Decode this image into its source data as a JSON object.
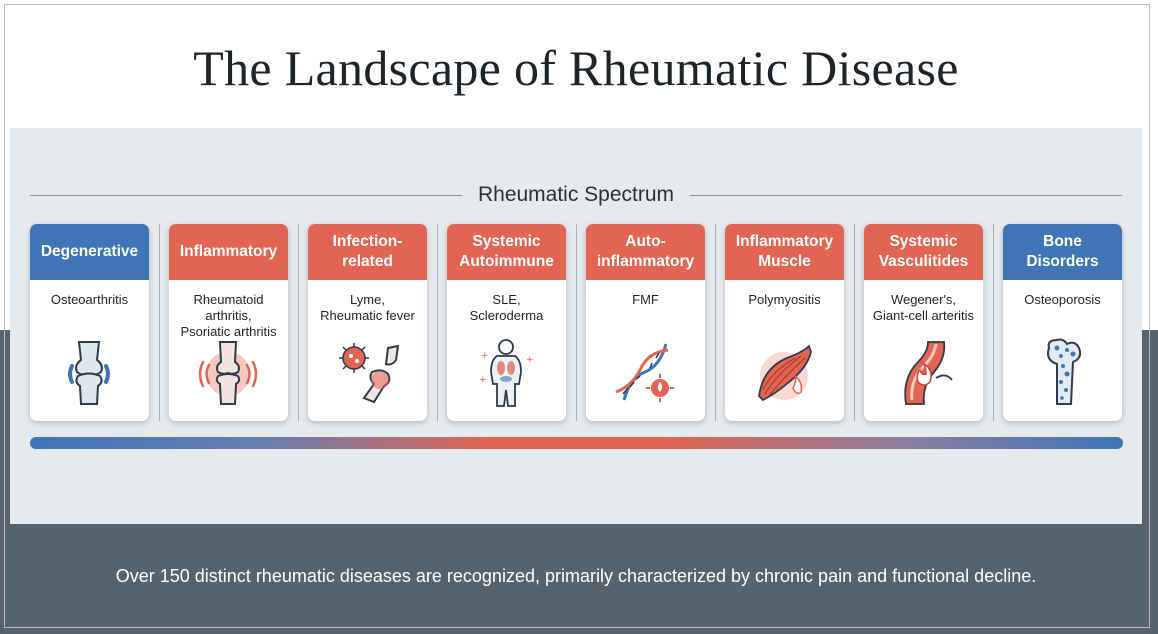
{
  "title": "The Landscape of Rheumatic Disease",
  "spectrum_label": "Rheumatic Spectrum",
  "categories": [
    {
      "title": "Degenerative",
      "examples": "Osteoarthritis",
      "color": "blue",
      "icon": "knee-joint-icon"
    },
    {
      "title": "Inflammatory",
      "examples": "Rheumatoid\narthritis,\nPsoriatic arthritis",
      "color": "red",
      "icon": "inflamed-joint-icon"
    },
    {
      "title": "Infection-\nrelated",
      "examples": "Lyme,\nRheumatic fever",
      "color": "red",
      "icon": "pathogen-joint-icon"
    },
    {
      "title": "Systemic\nAutoimmune",
      "examples": "SLE,\nScleroderma",
      "color": "red",
      "icon": "body-organs-icon"
    },
    {
      "title": "Auto-\ninflammatory",
      "examples": "FMF",
      "color": "red",
      "icon": "dna-icon"
    },
    {
      "title": "Inflammatory\nMuscle",
      "examples": "Polymyositis",
      "color": "red",
      "icon": "muscle-icon"
    },
    {
      "title": "Systemic\nVasculitides",
      "examples": "Wegener's,\nGiant-cell arteritis",
      "color": "red",
      "icon": "blood-vessel-icon"
    },
    {
      "title": "Bone\nDisorders",
      "examples": "Osteoporosis",
      "color": "blue",
      "icon": "porous-bone-icon"
    }
  ],
  "footer": "Over 150 distinct rheumatic diseases are recognized, primarily characterized by chronic pain and functional decline.",
  "colors": {
    "blue": "#3f74b6",
    "red": "#e26553",
    "dark": "#56636c",
    "panel": "#e6eaed"
  }
}
